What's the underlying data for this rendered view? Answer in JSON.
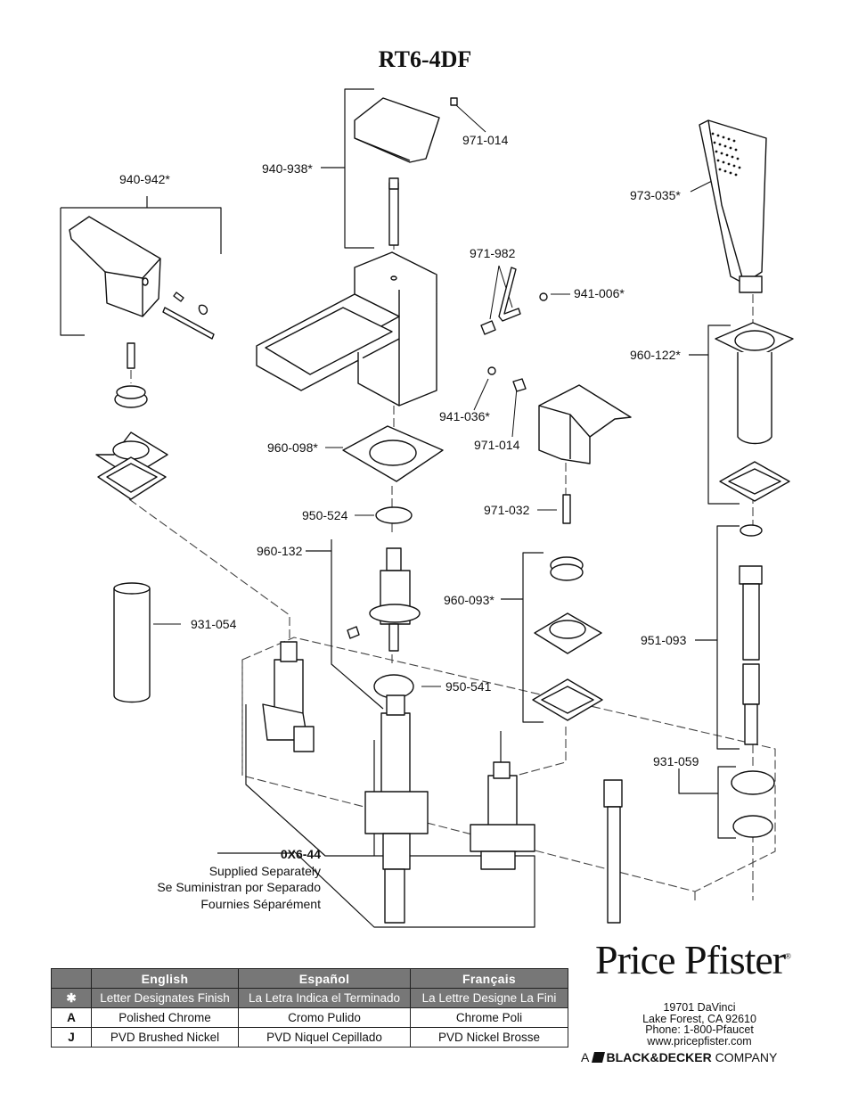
{
  "title": "RT6-4DF",
  "parts": {
    "p971_014a": "971-014",
    "p940_938": "940-938*",
    "p940_942": "940-942*",
    "p973_035": "973-035*",
    "p971_982": "971-982",
    "p941_006": "941-006*",
    "p960_122": "960-122*",
    "p941_036": "941-036*",
    "p971_014b": "971-014",
    "p960_098": "960-098*",
    "p971_032": "971-032",
    "p950_524": "950-524",
    "p960_132": "960-132",
    "p960_093": "960-093*",
    "p931_054": "931-054",
    "p951_093": "951-093",
    "p950_541": "950-541",
    "p931_059": "931-059"
  },
  "supplied": {
    "code": "0X6-44",
    "en": "Supplied Separately",
    "es": "Se Suministran por Separado",
    "fr": "Fournies Séparément"
  },
  "legend": {
    "headers": [
      "English",
      "Español",
      "Français"
    ],
    "star_symbol": "✱",
    "star_row": [
      "Letter Designates Finish",
      "La Letra Indica el Terminado",
      "La Lettre Designe La Fini"
    ],
    "rows": [
      {
        "code": "A",
        "en": "Polished Chrome",
        "es": "Cromo Pulido",
        "fr": "Chrome Poli"
      },
      {
        "code": "J",
        "en": "PVD Brushed Nickel",
        "es": "PVD Niquel Cepillado",
        "fr": "PVD Nickel Brosse"
      }
    ]
  },
  "brand": {
    "name": "Price Pfister",
    "mark": "®",
    "address1": "19701 DaVinci",
    "address2": "Lake Forest, CA 92610",
    "phone": "Phone: 1-800-Pfaucet",
    "web": "www.pricepfister.com",
    "company_prefix": "A",
    "company_name": "BLACK&DECKER",
    "company_suffix": "COMPANY"
  }
}
